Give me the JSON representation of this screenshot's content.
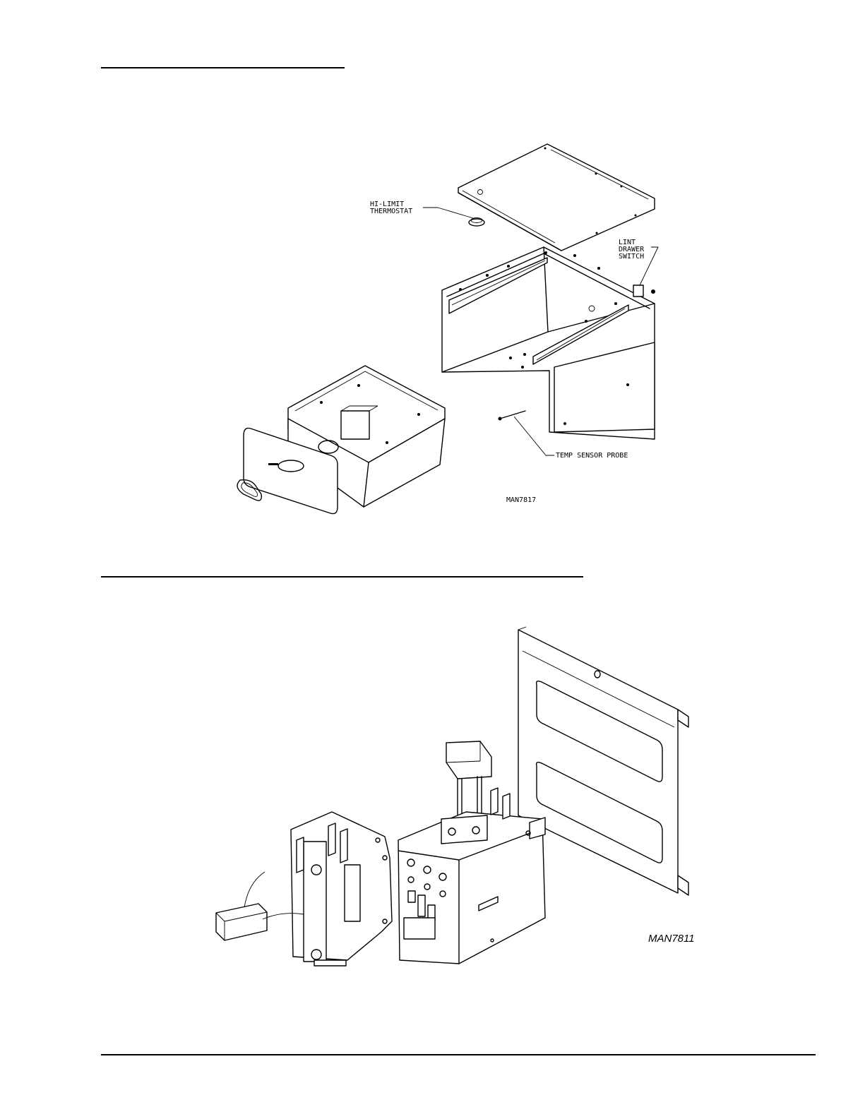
{
  "figure1": {
    "labels": {
      "hi_limit": [
        "HI-LIMIT",
        "THERMOSTAT"
      ],
      "lint_switch": [
        "LINT",
        "DRAWER",
        "SWITCH"
      ],
      "temp_probe": "TEMP SENSOR PROBE",
      "code": "MAN7817"
    }
  },
  "figure2": {
    "labels": {
      "code": "MAN7811"
    }
  }
}
